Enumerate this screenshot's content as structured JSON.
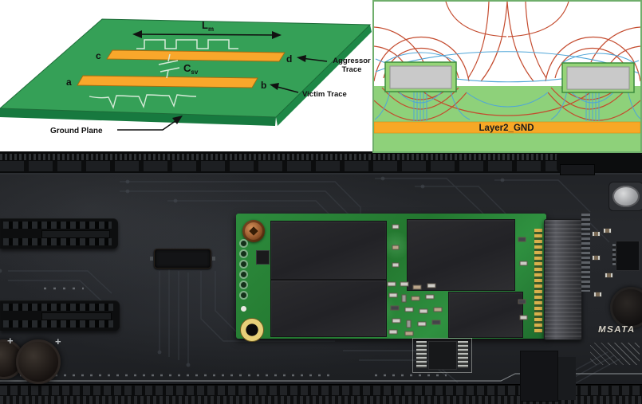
{
  "left_diagram": {
    "length_label_main": "L",
    "length_label_sub": "m",
    "coupling_cap_main": "C",
    "coupling_cap_sub": "sv",
    "node_c": "c",
    "node_d": "d",
    "node_a": "a",
    "node_b": "b",
    "aggressor_line1": "Aggressor",
    "aggressor_line2": "Trace",
    "victim_label": "Victim Trace",
    "ground_label": "Ground Plane"
  },
  "right_diagram": {
    "gnd_label": "Layer2_GND"
  },
  "photo": {
    "msata_label": "MSATA",
    "plus_mark": "+"
  },
  "colors": {
    "board_green": "#35a057",
    "board_green_dark": "#17793f",
    "trace_orange": "#f9a72b",
    "substrate_green": "#8ed17a",
    "gnd_orange": "#f7a826",
    "efield_red": "#c44b2e",
    "hfield_blue": "#4fa5d8",
    "ssd_pcb_green": "#2b873b"
  }
}
